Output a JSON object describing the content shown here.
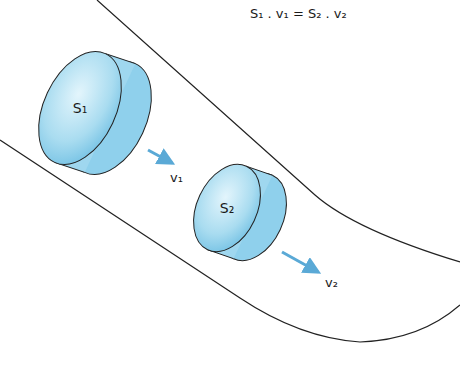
{
  "diagram": {
    "nodes": [
      {
        "text": [
          "S₁"
        ]
      },
      {
        "text": [
          "S₂"
        ]
      }
    ],
    "labels": [
      "S₁ . v₁ = S₂ . v₂",
      "v₁",
      "v₂"
    ]
  }
}
